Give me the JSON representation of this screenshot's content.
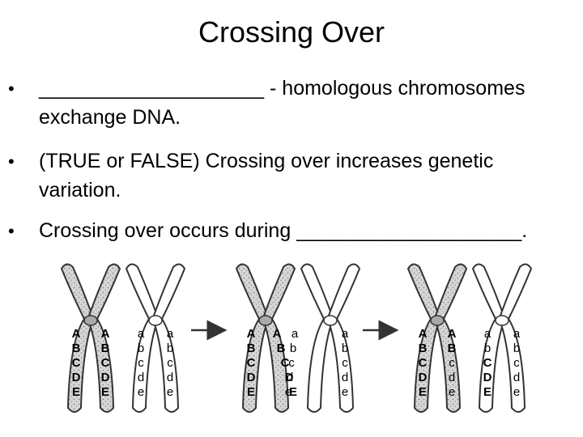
{
  "slide": {
    "title": "Crossing Over",
    "bullets": [
      {
        "line1": "____________________ - homologous chromosomes",
        "line2": "exchange DNA."
      },
      {
        "line1": "(TRUE or FALSE) Crossing over increases genetic",
        "line2": "variation."
      },
      {
        "line1": "Crossing over occurs during ____________________."
      }
    ],
    "bullet_glyph": "•"
  },
  "diagram": {
    "stages": [
      {
        "dark_chromatid_labels": [
          "A",
          "B",
          "C",
          "D",
          "E"
        ],
        "light_chromatid_labels": [
          "a",
          "b",
          "c",
          "d",
          "e"
        ]
      },
      {
        "dark_chromatid_labels": [
          "A",
          "B",
          "C",
          "D",
          "E"
        ],
        "crossed_dark_labels": [
          "A",
          "B",
          "C",
          "D",
          "E"
        ],
        "crossed_light_labels": [
          "a",
          "b",
          "c",
          "d",
          "e"
        ],
        "light_chromatid_labels": [
          "a",
          "b",
          "c",
          "d",
          "e"
        ]
      },
      {
        "dark_chromatid_labels": [
          "A",
          "B",
          "C",
          "D",
          "E"
        ],
        "recombinant_dark_labels": [
          "A",
          "B",
          "c",
          "d",
          "e"
        ],
        "recombinant_light_labels": [
          "a",
          "b",
          "C",
          "D",
          "E"
        ],
        "light_chromatid_labels": [
          "a",
          "b",
          "c",
          "d",
          "e"
        ]
      }
    ],
    "arrow_icon": "right-arrow-icon"
  }
}
